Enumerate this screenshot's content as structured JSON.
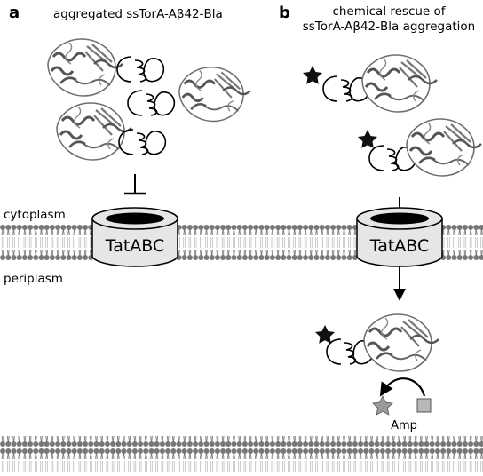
{
  "panels": {
    "a": {
      "letter": "a",
      "caption": "aggregated ssTorA-Aβ42-Bla"
    },
    "b": {
      "letter": "b",
      "caption_line1": "chemical rescue of",
      "caption_line2": "ssTorA-Aβ42-Bla aggregation"
    }
  },
  "labels": {
    "cytoplasm": "cytoplasm",
    "periplasm": "periplasm",
    "translocon": "TatABC",
    "amp": "Amp"
  },
  "colors": {
    "membrane": "#7a7a7a",
    "channel_fill": "#e6e6e6",
    "protein": "#6f6f6f",
    "star": "#111111",
    "product_star": "#9a9a9a",
    "amp_square": "#b8b8b8"
  },
  "icons": {
    "inhibition": "t-bar-inhibition-icon",
    "export": "down-arrow-icon",
    "hydrolysis": "curved-arrow-icon",
    "small_molecule": "star-icon",
    "amp": "square-icon"
  }
}
